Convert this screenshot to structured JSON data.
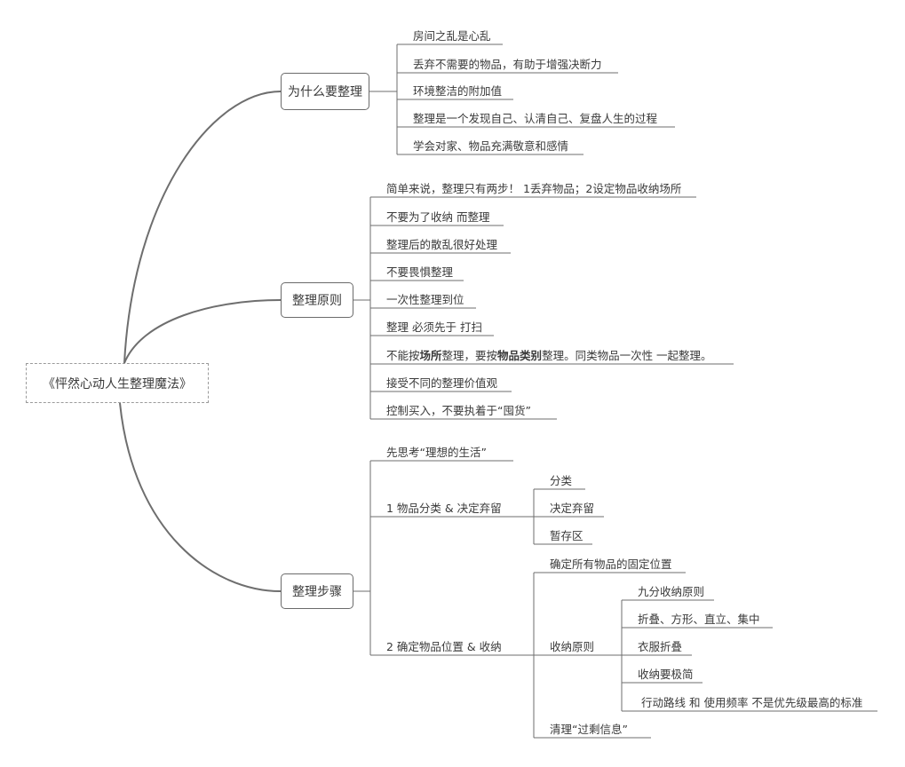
{
  "root": "《怦然心动人生整理魔法》",
  "branches": {
    "why": {
      "label": "为什么要整理",
      "items": [
        "房间之乱是心乱",
        "丢弃不需要的物品，有助于增强决断力",
        "环境整洁的附加值",
        "整理是一个发现自己、认清自己、复盘人生的过程",
        "学会对家、物品充满敬意和感情"
      ]
    },
    "principles": {
      "label": "整理原则",
      "items": [
        "简单来说，整理只有两步！ 1丢弃物品；2设定物品收纳场所",
        "不要为了收纳 而整理",
        "整理后的散乱很好处理",
        "不要畏惧整理",
        "一次性整理到位",
        "整理 必须先于 打扫"
      ],
      "mixed": {
        "p1": "不能按",
        "b1": "场所",
        "p2": "整理，要按",
        "b2": "物品类别",
        "p3": "整理。同类物品一次性 一起整理。"
      },
      "items2": [
        "接受不同的整理价值观",
        "控制买入，不要执着于“囤货”"
      ]
    },
    "steps": {
      "label": "整理步骤",
      "first": "先思考“理想的生活”",
      "step1": {
        "label": "1  物品分类 & 决定弃留",
        "items": [
          "分类",
          "决定弃留",
          "暂存区"
        ]
      },
      "step2": {
        "label": "2  确定物品位置 & 收纳",
        "fixed": "确定所有物品的固定位置",
        "storage": {
          "label": "收纳原则",
          "items": [
            "九分收纳原则",
            "折叠、方形、直立、集中",
            "衣服折叠",
            "收纳要极简",
            "行动路线 和 使用频率 不是优先级最高的标准"
          ]
        },
        "clear": "清理“过剩信息”"
      }
    }
  }
}
